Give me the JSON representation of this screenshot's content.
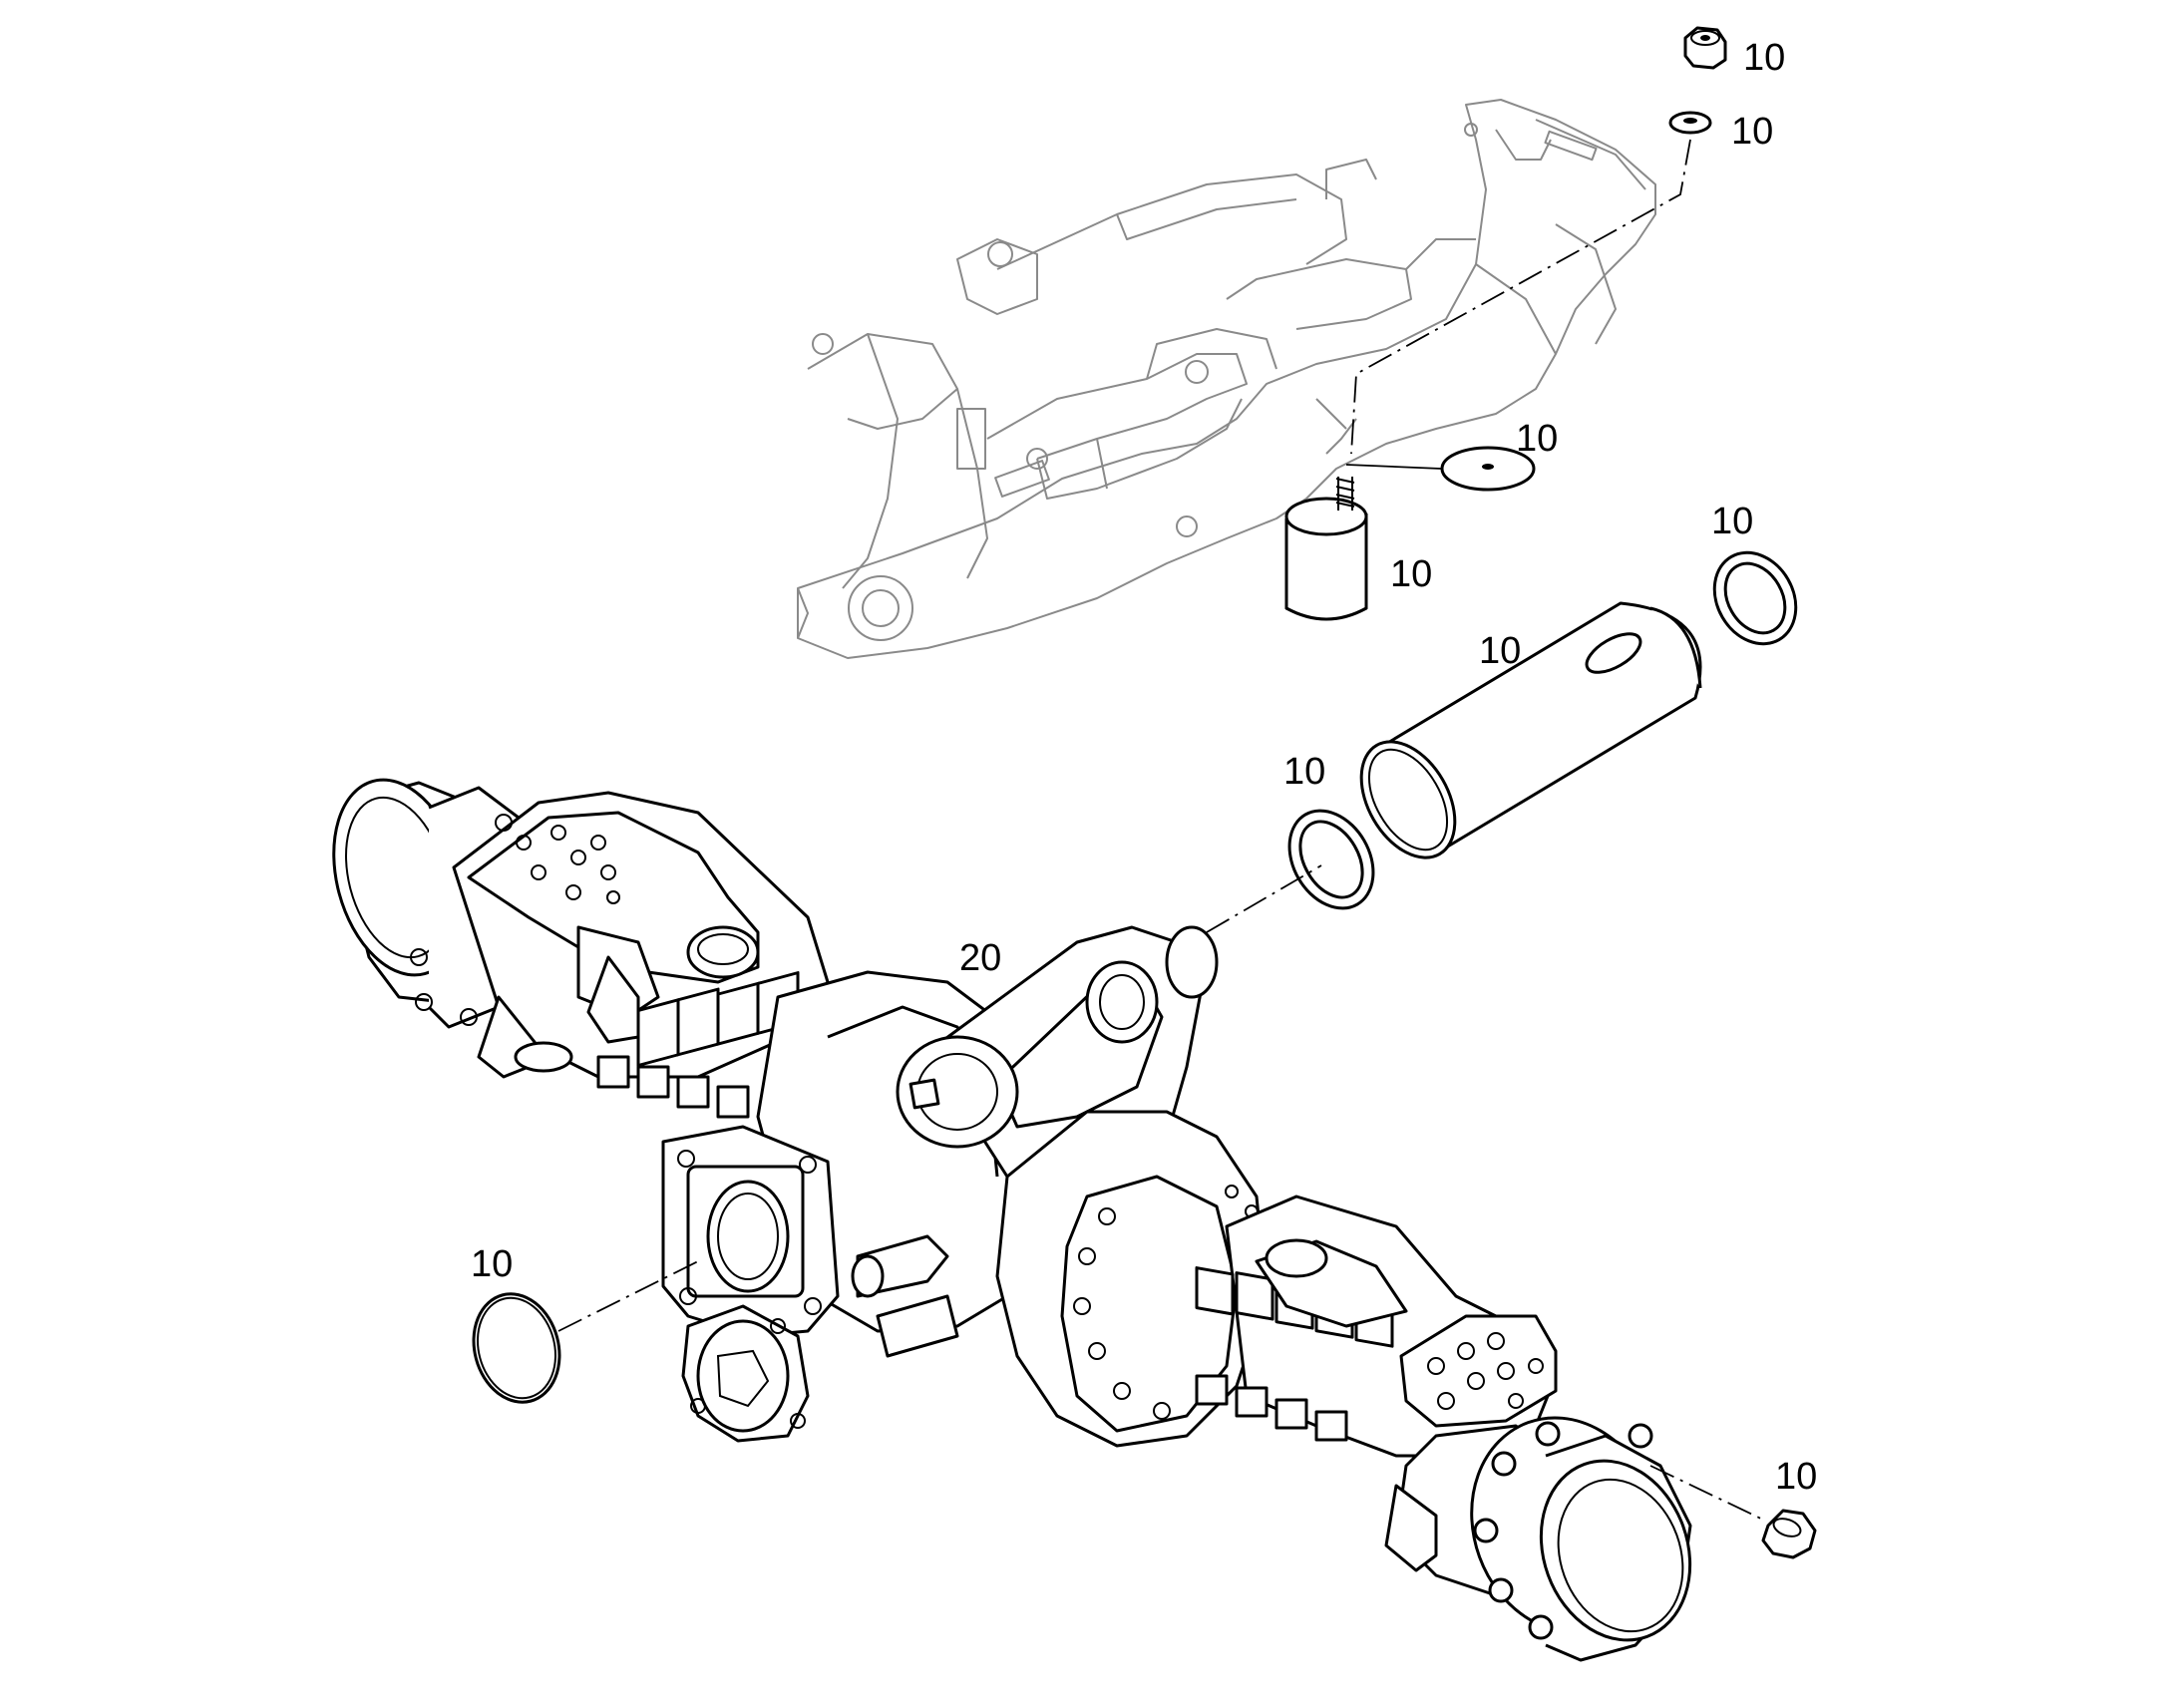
{
  "callouts": {
    "nut": "10",
    "washer": "10",
    "disc_washer": "10",
    "rubber_mount": "10",
    "ring_right": "10",
    "pin": "10",
    "ring_left": "10",
    "axle": "20",
    "oring": "10",
    "hub_nut": "10"
  }
}
